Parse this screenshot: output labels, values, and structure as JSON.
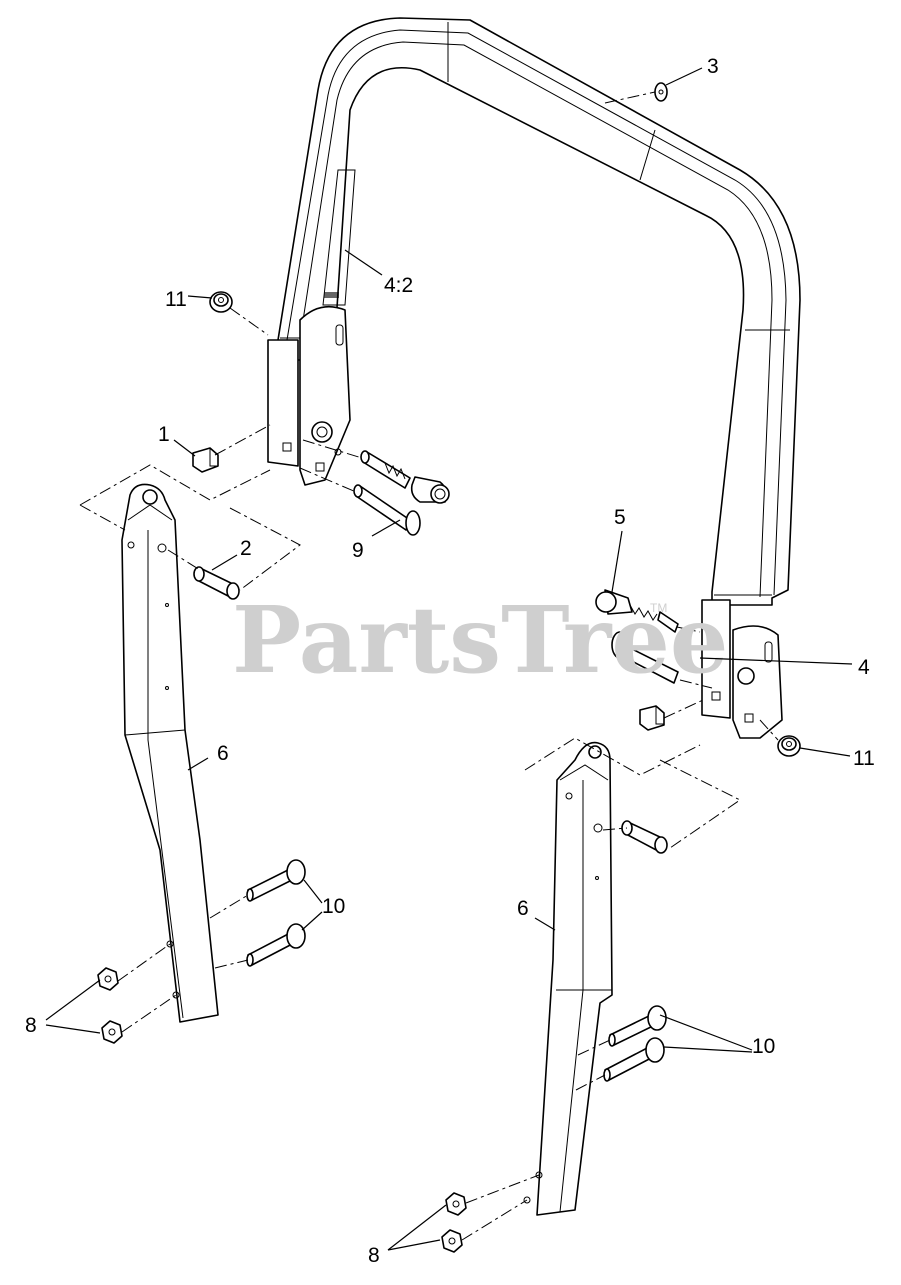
{
  "watermark": {
    "text": "PartsTree",
    "trademark": "TM"
  },
  "callouts": [
    {
      "id": "c-3",
      "label": "3"
    },
    {
      "id": "c-4-2",
      "label": "4:2"
    },
    {
      "id": "c-11-left",
      "label": "11"
    },
    {
      "id": "c-1",
      "label": "1"
    },
    {
      "id": "c-2",
      "label": "2"
    },
    {
      "id": "c-9",
      "label": "9"
    },
    {
      "id": "c-5",
      "label": "5"
    },
    {
      "id": "c-4",
      "label": "4"
    },
    {
      "id": "c-11-right",
      "label": "11"
    },
    {
      "id": "c-6-left",
      "label": "6"
    },
    {
      "id": "c-10-left",
      "label": "10"
    },
    {
      "id": "c-8-left",
      "label": "8"
    },
    {
      "id": "c-6-right",
      "label": "6"
    },
    {
      "id": "c-10-right",
      "label": "10"
    },
    {
      "id": "c-8-right",
      "label": "8"
    }
  ]
}
